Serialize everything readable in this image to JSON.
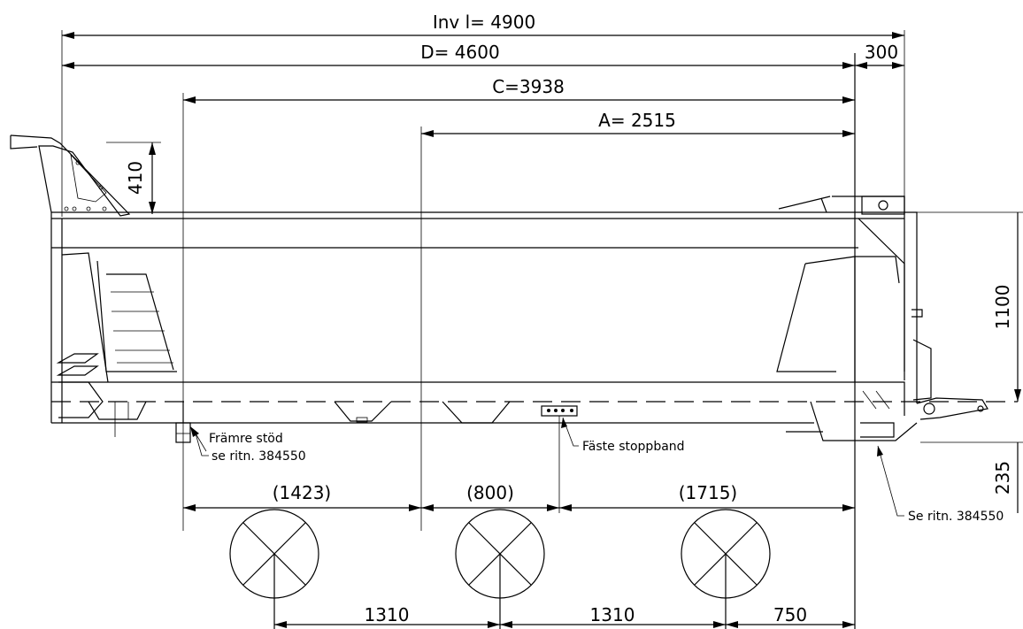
{
  "dimensions": {
    "inv_l": "Inv l= 4900",
    "d": "D= 4600",
    "overhang": "300",
    "c": "C=3938",
    "a": "A= 2515",
    "front_height": "410",
    "body_height": "1100",
    "bottom_offset": "235",
    "span_1": "(1423)",
    "span_2": "(800)",
    "span_3": "(1715)",
    "axle_1": "1310",
    "axle_2": "1310",
    "axle_3": "750"
  },
  "notes": {
    "front_support_1": "Främre stöd",
    "front_support_2": "se ritn. 384550",
    "stop_band": "Fäste stoppband",
    "rear_ref": "Se ritn. 384550"
  }
}
